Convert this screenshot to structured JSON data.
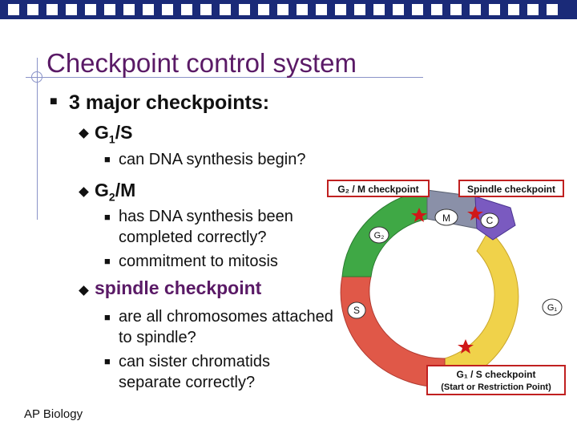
{
  "slide": {
    "title": "Checkpoint control system",
    "footer": "AP Biology"
  },
  "bullets": {
    "main": "3 major checkpoints:",
    "g1s": {
      "G": "G",
      "sub": "1",
      "rest": "/S",
      "detail": "can DNA synthesis begin?"
    },
    "g2m": {
      "G": "G",
      "sub": "2",
      "rest": "/M",
      "detail_line1": "has DNA synthesis been",
      "detail_line2": "completed correctly?",
      "detail2": "commitment to mitosis"
    },
    "spindle": {
      "label": "spindle checkpoint",
      "d1_line1": "are all chromosomes attached",
      "d1_line2": "to spindle?",
      "d2_line1": "can sister chromatids",
      "d2_line2": "separate correctly?"
    }
  },
  "diagram": {
    "g2m_box": "G₂ / M checkpoint",
    "spindle_box": "Spindle checkpoint",
    "g1s_box_line1": "G₁ / S checkpoint",
    "g1s_box_line2": "(Start or Restriction Point)",
    "phase_M": "M",
    "phase_C": "C",
    "phase_G2": "G₂",
    "phase_S": "S",
    "phase_G1": "G₁",
    "colors": {
      "G1": "#f0d24a",
      "S": "#e05848",
      "G2": "#3fa845",
      "M": "#8a90a8",
      "C": "#7a5ac0",
      "box_border": "#c02020",
      "star": "#d01818"
    }
  }
}
